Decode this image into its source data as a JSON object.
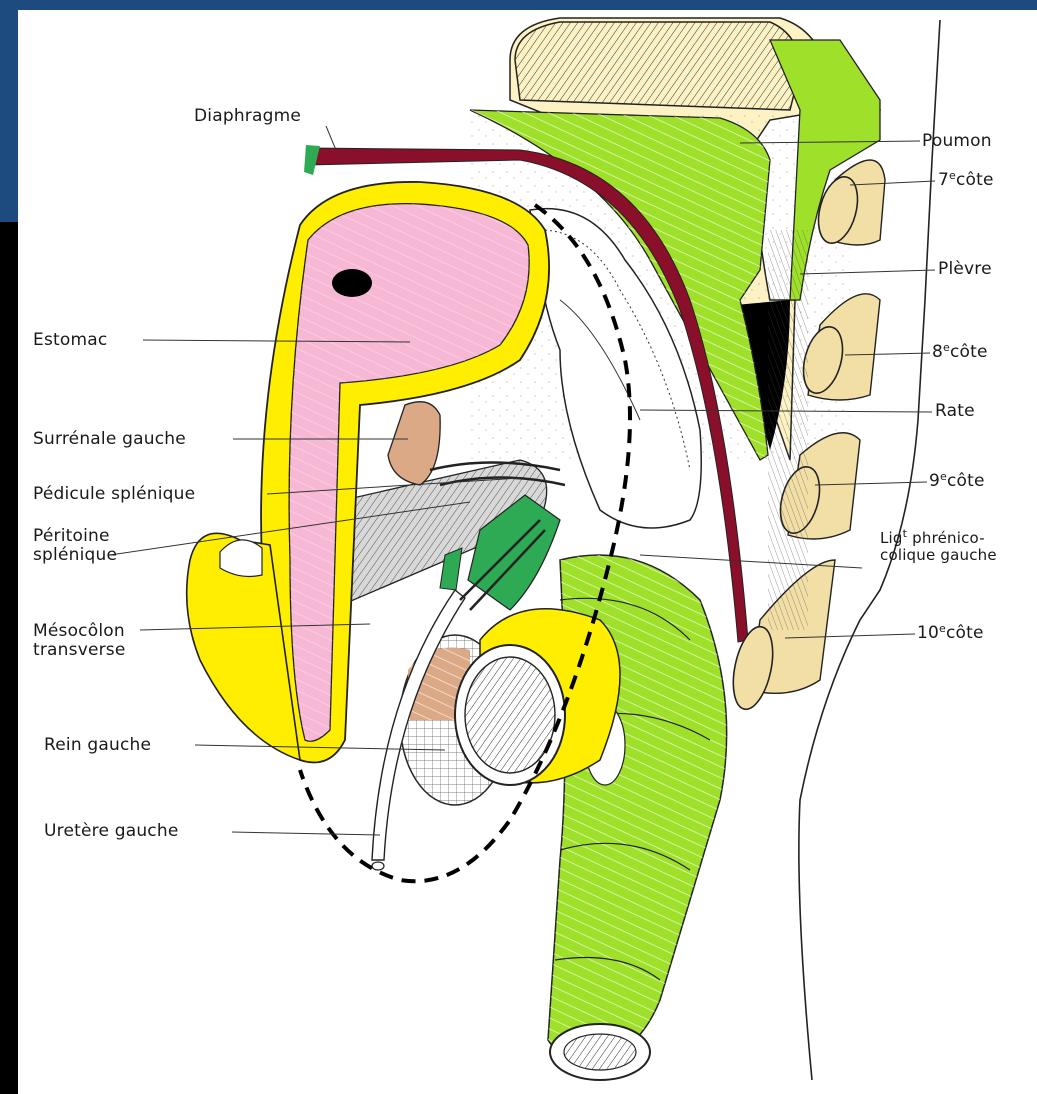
{
  "figure": {
    "colors": {
      "frame": "#1d4a7f",
      "frame_dark": "#000000",
      "stomach_wall": "#ffee00",
      "stomach_inner": "#f7b8d6",
      "lung": "#fdf2c4",
      "muscle_green": "#9fe02a",
      "dark_green": "#2eaa55",
      "diaphragm": "#8a0f2b",
      "kidney": "#dca987",
      "rib": "#f2dfa6",
      "ink": "#1a1a1a"
    },
    "labels": {
      "diaphragme": "Diaphragme",
      "estomac": "Estomac",
      "surrenale_gauche": "Surrénale gauche",
      "pedicule_splenique": "Pédicule splénique",
      "peritoine_splenique_1": "Péritoine",
      "peritoine_splenique_2": "splénique",
      "mesocolon_1": "Mésocôlon",
      "mesocolon_2": "transverse",
      "rein_gauche": "Rein gauche",
      "uretere_gauche": "Uretère gauche",
      "poumon": "Poumon",
      "cote7_num": "7",
      "cote7_sup": "e",
      "cote7_word": "côte",
      "plevre": "Plèvre",
      "cote8_num": "8",
      "cote8_sup": "e",
      "cote8_word": "côte",
      "rate": "Rate",
      "cote9_num": "9",
      "cote9_sup": "e",
      "cote9_word": "côte",
      "lig_1a": "Lig",
      "lig_sup": "t",
      "lig_1b": " phrénico-",
      "lig_2": "colique gauche",
      "cote10_num": "10",
      "cote10_sup": "e",
      "cote10_word": "côte"
    }
  }
}
